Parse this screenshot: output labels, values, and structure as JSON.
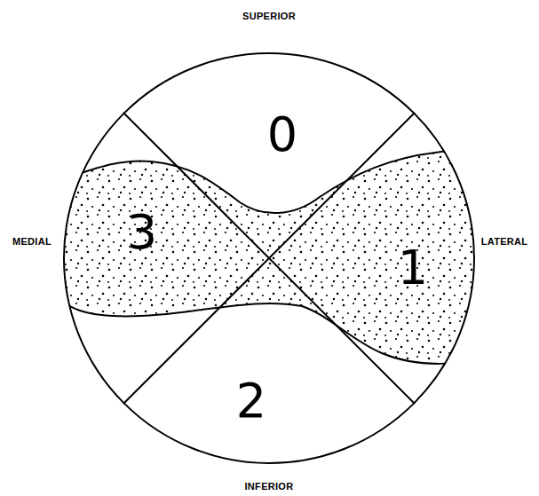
{
  "diagram": {
    "labels": [
      "SUPERIOR",
      "0",
      "MEDIAL",
      "3",
      "1",
      "LATERAL",
      "2",
      "INFERIOR"
    ]
  }
}
